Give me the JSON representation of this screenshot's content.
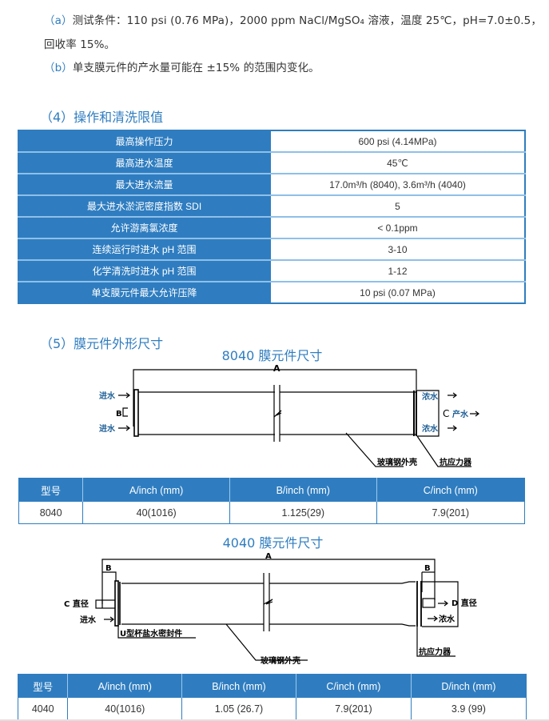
{
  "notes": {
    "a": {
      "tag": "（a）",
      "text": "测试条件：110 psi (0.76 MPa)，2000 ppm NaCl/MgSO₄ 溶液，温度 25℃，pH=7.0±0.5，",
      "text2": "回收率 15%。"
    },
    "b": {
      "tag": "（b）",
      "text": "单支膜元件的产水量可能在 ±15% 的范围内变化。"
    }
  },
  "section4": {
    "title": "（4）操作和清洗限值",
    "rows": [
      {
        "key": "最高操作压力",
        "value": "600 psi (4.14MPa)"
      },
      {
        "key": "最高进水温度",
        "value": "45℃"
      },
      {
        "key": "最大进水流量",
        "value": "17.0m³/h (8040), 3.6m³/h (4040)"
      },
      {
        "key": "最大进水淤泥密度指数 SDI",
        "value": "5"
      },
      {
        "key": "允许游离氯浓度",
        "value": "< 0.1ppm"
      },
      {
        "key": "连续运行时进水 pH 范围",
        "value": "3-10"
      },
      {
        "key": "化学清洗时进水 pH 范围",
        "value": "1-12"
      },
      {
        "key": "单支膜元件最大允许压降",
        "value": "10 psi (0.07 MPa)"
      }
    ]
  },
  "section5": {
    "title": "（5）膜元件外形尺寸",
    "fig8040": {
      "title": "8040 膜元件尺寸",
      "labels": {
        "A": "A",
        "B": "B",
        "C": "C",
        "feed_top": "进水",
        "feed_bottom": "进水",
        "conc_top": "浓水",
        "conc_bottom": "浓水",
        "permeate": "产水",
        "shell": "玻璃钢外壳",
        "atd": "抗应力器"
      },
      "table": {
        "headers": [
          "型号",
          "A/inch (mm)",
          "B/inch (mm)",
          "C/inch (mm)"
        ],
        "rows": [
          [
            "8040",
            "40(1016)",
            "1.125(29)",
            "7.9(201)"
          ]
        ]
      }
    },
    "fig4040": {
      "title": "4040 膜元件尺寸",
      "labels": {
        "A": "A",
        "B_left": "B",
        "B_right": "B",
        "C_diam": "C  直径",
        "D_diam": "D  直径",
        "feed": "进水",
        "conc": "浓水",
        "seal": "U型杯盐水密封件",
        "shell": "玻璃钢外壳",
        "atd": "抗应力器"
      },
      "table": {
        "headers": [
          "型号",
          "A/inch (mm)",
          "B/inch (mm)",
          "C/inch (mm)",
          "D/inch (mm)"
        ],
        "rows": [
          [
            "4040",
            "40(1016)",
            "1.05 (26.7)",
            "7.9(201)",
            "3.9 (99)"
          ]
        ]
      }
    }
  },
  "colors": {
    "accent": "#2f7dc0",
    "label_blue": "#1f5f96",
    "row_divider": "#8ec0e8"
  }
}
